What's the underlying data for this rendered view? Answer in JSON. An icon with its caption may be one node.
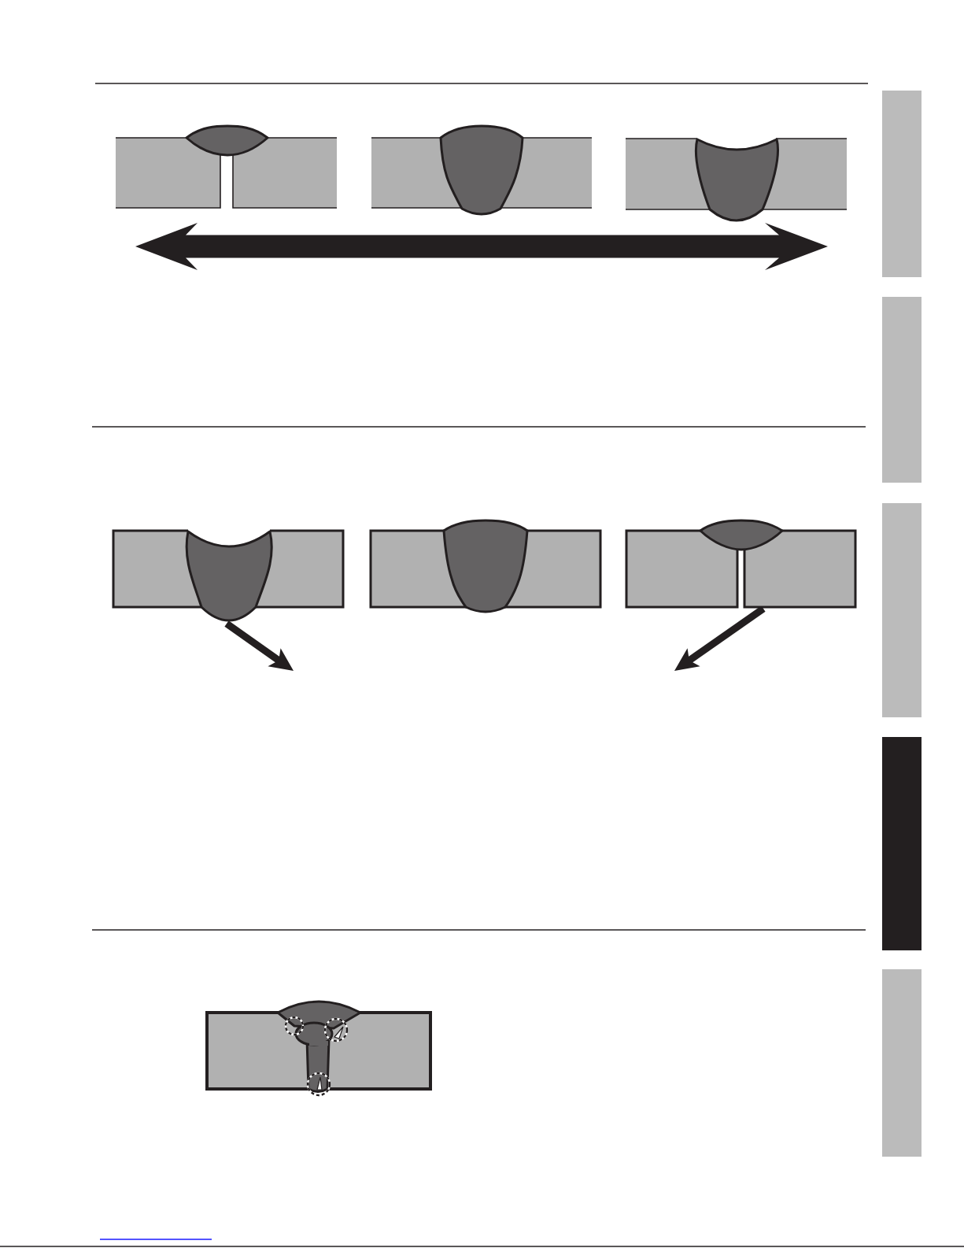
{
  "diagram": {
    "nodes": [
      {
        "text": [],
        "shape": "picture"
      },
      {
        "text": [],
        "shape": "picture"
      },
      {
        "text": [],
        "shape": "picture"
      },
      {
        "text": [],
        "shape": "picture"
      },
      {
        "text": [],
        "shape": "picture"
      },
      {
        "text": [],
        "shape": "picture"
      },
      {
        "text": [],
        "shape": "picture"
      },
      {
        "text": [],
        "shape": "box"
      },
      {
        "text": [],
        "shape": "box"
      },
      {
        "text": [],
        "shape": "box"
      },
      {
        "text": [],
        "shape": "box"
      },
      {
        "text": [],
        "shape": "box"
      }
    ],
    "edges": [
      {
        "from": 3,
        "to": null,
        "arrow": "to"
      },
      {
        "from": 5,
        "to": null,
        "arrow": "to"
      }
    ]
  }
}
